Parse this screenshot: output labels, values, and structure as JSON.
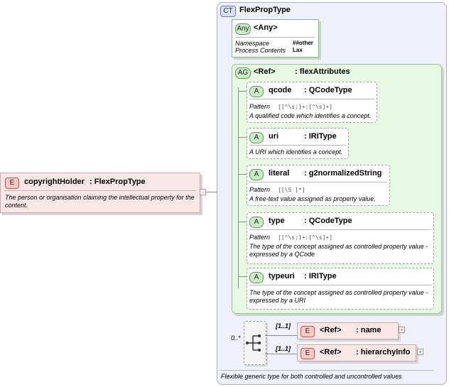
{
  "root": {
    "badge": "E",
    "name": "copyrightHolder",
    "type": ": FlexPropType",
    "doc": "The person or organisation claiming the intellectual property for the content.",
    "toggle": "-"
  },
  "complex_type": {
    "badge": "CT",
    "name": "FlexPropType",
    "doc": "Flexible generic type for both controlled and uncontrolled values"
  },
  "any": {
    "badge": "Any",
    "name": "<Any>",
    "props": [
      {
        "key": "Namespace",
        "value": "##other"
      },
      {
        "key": "Process Contents",
        "value": "Lax"
      }
    ]
  },
  "attr_group": {
    "badge": "AG",
    "ref": "<Ref>",
    "name": ": flexAttributes"
  },
  "attributes": [
    {
      "badge": "A",
      "name": "qcode",
      "type": ": QCodeType",
      "pattern_label": "Pattern",
      "pattern": "[[^\\s:]+:[^\\s]+]",
      "doc": "A qualified code which identifies a concept."
    },
    {
      "badge": "A",
      "name": "uri",
      "type": ": IRIType",
      "doc": "A URI which identifies a concept."
    },
    {
      "badge": "A",
      "name": "literal",
      "type": ": g2normalizedString",
      "pattern_label": "Pattern",
      "pattern": "[[\\S ]*]",
      "doc": "A free-text value assigned as property value."
    },
    {
      "badge": "A",
      "name": "type",
      "type": ": QCodeType",
      "pattern_label": "Pattern",
      "pattern": "[[^\\s:]+:[^\\s]+]",
      "doc": "The type of the concept assigned as controlled property value - expressed by a QCode"
    },
    {
      "badge": "A",
      "name": "typeuri",
      "type": ": IRIType",
      "doc": "The type of the concept assigned as controlled property value - expressed by a URI"
    }
  ],
  "sequence": {
    "cardinality": "0..*"
  },
  "children": [
    {
      "badge": "E",
      "ref": "<Ref>",
      "name": ": name",
      "cardinality": "[1..1]",
      "toggle": "+"
    },
    {
      "badge": "E",
      "ref": "<Ref>",
      "name": ": hierarchyInfo",
      "cardinality": "[1..1]",
      "toggle": "+"
    }
  ],
  "colors": {
    "ct_bg": "#eef0fa",
    "ag_bg": "#e7f8e3",
    "element_bg": "#fbe7e6"
  }
}
